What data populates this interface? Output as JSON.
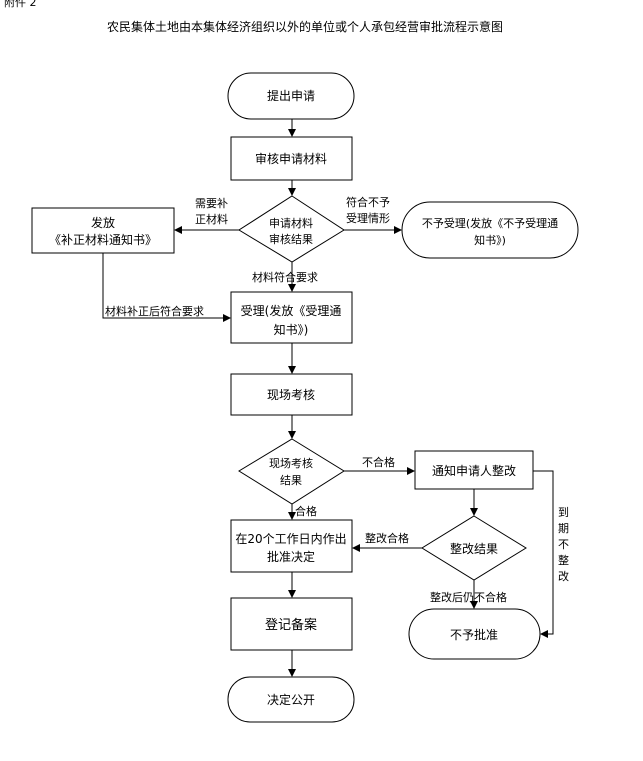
{
  "corner_label": "附件 2",
  "title": "农民集体土地由本集体经济组织以外的单位或个人承包经营审批流程示意图",
  "nodes": {
    "apply": "提出申请",
    "review_materials": "审核申请材料",
    "review_result": [
      "申请材料",
      "审核结果"
    ],
    "notice_supplement": [
      "发放",
      "《补正材料通知书》"
    ],
    "reject_accept": [
      "不予受理(发放《不予受理通",
      "知书》)"
    ],
    "accept": [
      "受理(发放《受理通",
      "知书》)"
    ],
    "site_check": "现场考核",
    "site_result": [
      "现场考核",
      "结果"
    ],
    "notify_rectify": "通知申请人整改",
    "rectify_result": "整改结果",
    "approve": [
      "在20个工作日内作出",
      "批准决定"
    ],
    "register": "登记备案",
    "reject_approve": "不予批准",
    "publish": "决定公开"
  },
  "edges": {
    "need_supplement": [
      "需要补",
      "正材料"
    ],
    "not_meet": [
      "符合不予",
      "受理情形"
    ],
    "meets": "材料符合要求",
    "supplemented": "材料补正后符合要求",
    "unqualified": "不合格",
    "qualified": "合格",
    "rectify_ok": "整改合格",
    "rectify_fail": "整改后仍不合格",
    "expired": [
      "到",
      "期",
      "不",
      "整",
      "改"
    ]
  }
}
